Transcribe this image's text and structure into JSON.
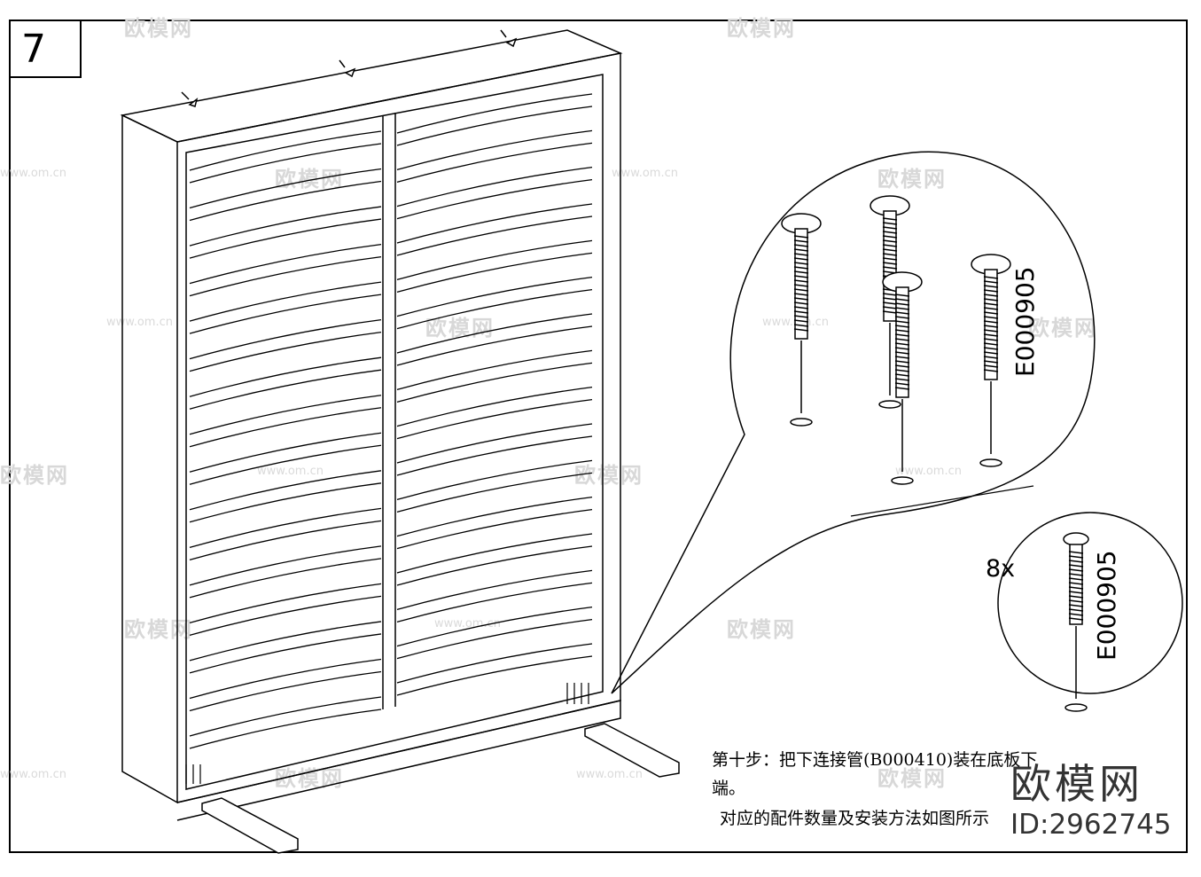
{
  "step": {
    "number": "7"
  },
  "callout_large": {
    "part_code": "E000905"
  },
  "callout_small": {
    "quantity": "8x",
    "part_code": "E000905"
  },
  "instructions": {
    "line1": "第十步：把下连接管(B000410)装在底板下",
    "line2": "端。",
    "line3": "对应的配件数量及安装方法如图所示"
  },
  "watermark": {
    "brand": "欧模网",
    "site": "www.om.cn",
    "id": "ID:2962745"
  },
  "colors": {
    "line": "#000000",
    "watermark": "#d8d8d8"
  }
}
